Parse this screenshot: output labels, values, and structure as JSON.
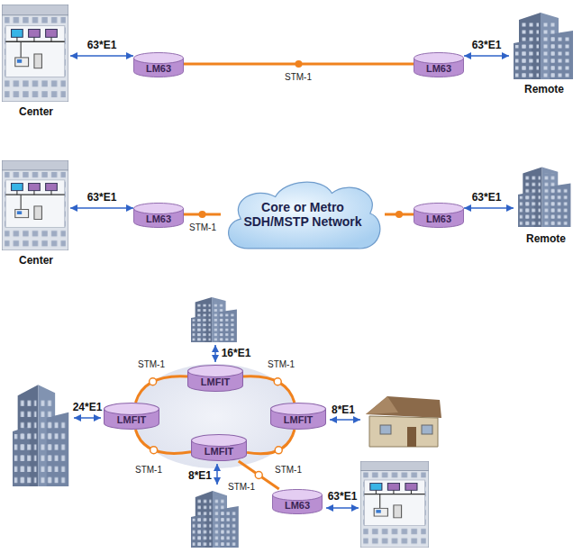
{
  "diagram": {
    "nodes": [
      {
        "text": [
          "Center"
        ]
      },
      {
        "text": [
          "LM63"
        ]
      },
      {
        "text": [
          "LM63"
        ]
      },
      {
        "text": [
          "Remote"
        ]
      },
      {
        "text": [
          "Center"
        ]
      },
      {
        "text": [
          "LM63"
        ]
      },
      {
        "text": [
          "Core or Metro SDH/MSTP Network"
        ]
      },
      {
        "text": [
          "LM63"
        ]
      },
      {
        "text": [
          "Remote"
        ]
      },
      {
        "text": [
          "LMFIT"
        ]
      },
      {
        "text": [
          "LMFIT"
        ]
      },
      {
        "text": [
          "LMFIT"
        ]
      },
      {
        "text": [
          "LMFIT"
        ]
      },
      {
        "text": [
          "LM63"
        ]
      }
    ],
    "edges": [
      {
        "from": 0,
        "to": 1,
        "label": "63*E1",
        "arrow": "both"
      },
      {
        "from": 1,
        "to": 2,
        "label": "STM-1",
        "arrow": "none"
      },
      {
        "from": 2,
        "to": 3,
        "label": "63*E1",
        "arrow": "both"
      },
      {
        "from": 4,
        "to": 5,
        "label": "63*E1",
        "arrow": "both"
      },
      {
        "from": 5,
        "to": 6,
        "label": "STM-1",
        "arrow": "none"
      },
      {
        "from": 6,
        "to": 7,
        "arrow": "none"
      },
      {
        "from": 7,
        "to": 8,
        "label": "63*E1",
        "arrow": "both"
      },
      {
        "from": 10,
        "to": 9,
        "label": "STM-1",
        "arrow": "none"
      },
      {
        "from": 9,
        "to": 11,
        "label": "STM-1",
        "arrow": "none"
      },
      {
        "from": 10,
        "to": 12,
        "label": "STM-1",
        "arrow": "none"
      },
      {
        "from": 12,
        "to": 11,
        "label": "STM-1",
        "arrow": "none"
      },
      {
        "from": 12,
        "to": 13,
        "label": "STM-1",
        "arrow": "none"
      }
    ],
    "labels": [
      "16*E1",
      "24*E1",
      "8*E1",
      "8*E1",
      "63*E1"
    ]
  }
}
